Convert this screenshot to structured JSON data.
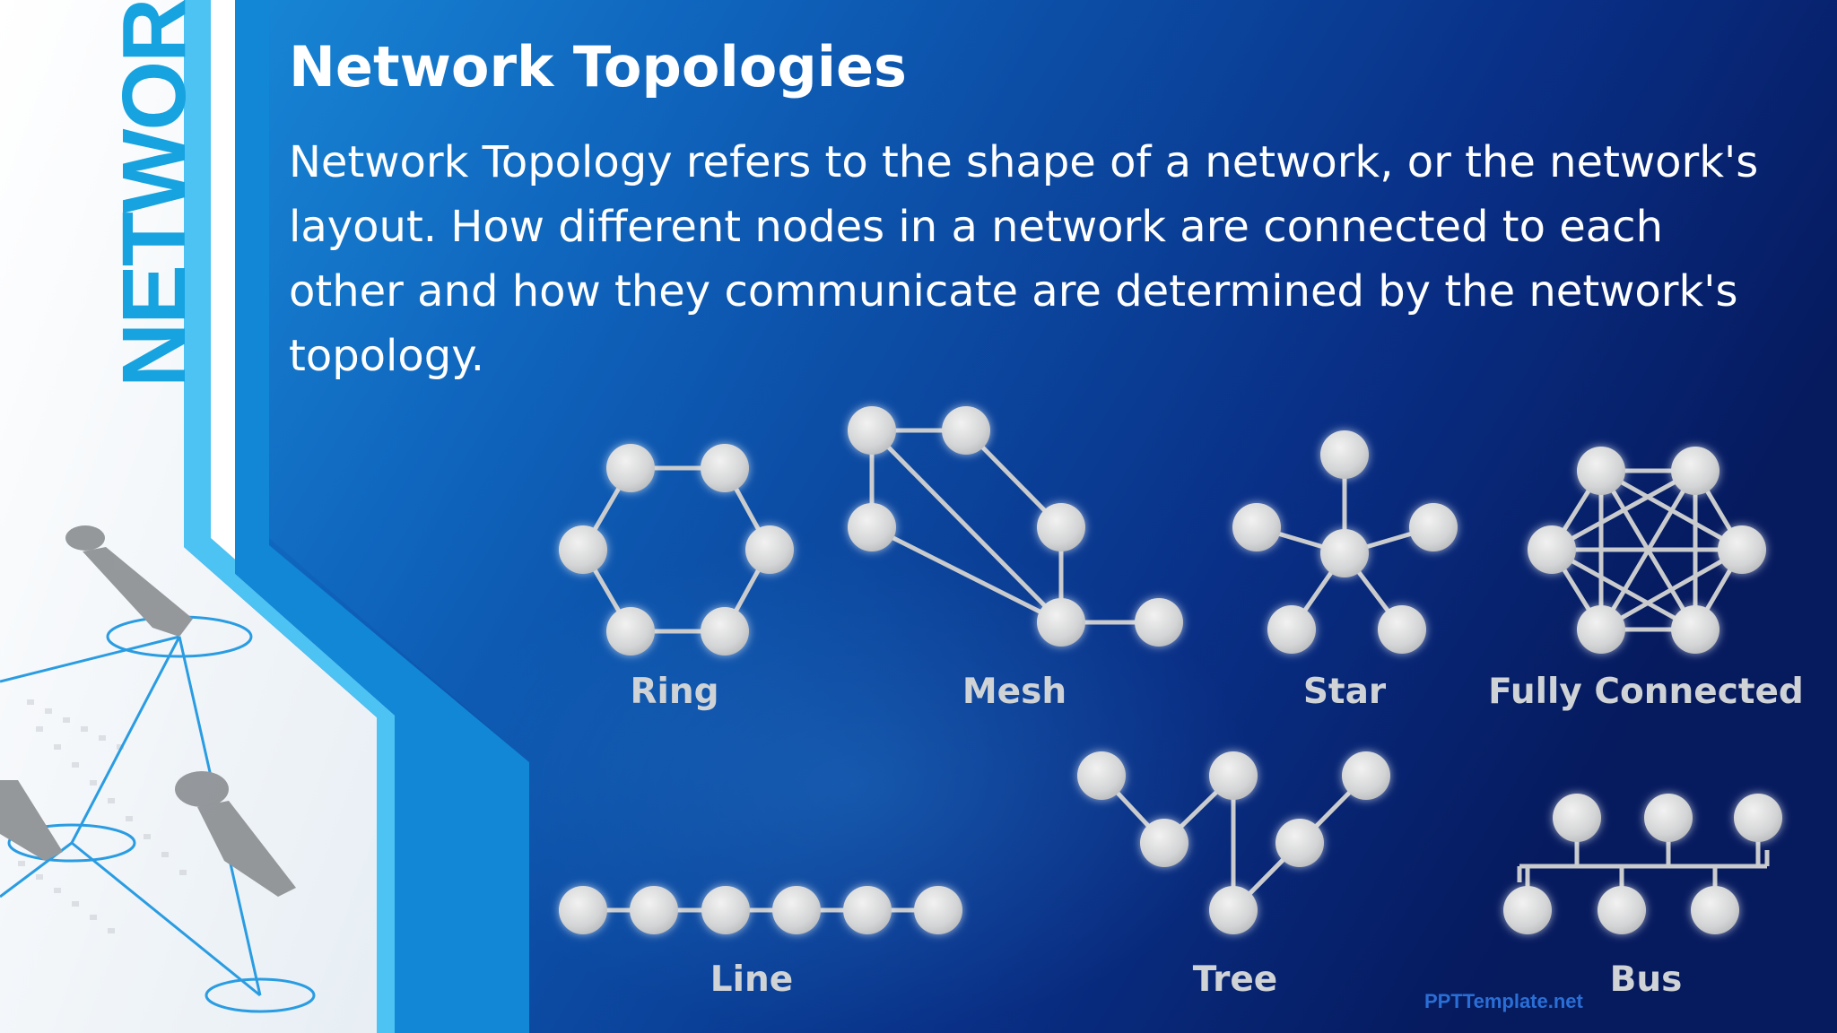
{
  "slide": {
    "title": "Network Topologies",
    "body": "Network Topology refers to the shape of a network, or the network's layout. How different nodes in a network are connected to each other and how they communicate are determined by the network's topology.",
    "side_word": "NETWORK",
    "watermark": "PPTTemplate.net"
  },
  "diagram": {
    "nodes": [
      {
        "id": "ring1",
        "name": "ring-node"
      },
      {
        "id": "ring2",
        "name": "ring-node"
      },
      {
        "id": "ring3",
        "name": "ring-node"
      },
      {
        "id": "ring4",
        "name": "ring-node"
      },
      {
        "id": "ring5",
        "name": "ring-node"
      },
      {
        "id": "ring6",
        "name": "ring-node"
      },
      {
        "id": "mesh1",
        "name": "mesh-node"
      },
      {
        "id": "mesh2",
        "name": "mesh-node"
      },
      {
        "id": "mesh3",
        "name": "mesh-node"
      },
      {
        "id": "mesh4",
        "name": "mesh-node"
      },
      {
        "id": "mesh5",
        "name": "mesh-node"
      },
      {
        "id": "mesh6",
        "name": "mesh-node"
      },
      {
        "id": "star0",
        "name": "star-hub-node"
      },
      {
        "id": "star1",
        "name": "star-node"
      },
      {
        "id": "star2",
        "name": "star-node"
      },
      {
        "id": "star3",
        "name": "star-node"
      },
      {
        "id": "star4",
        "name": "star-node"
      },
      {
        "id": "star5",
        "name": "star-node"
      },
      {
        "id": "fc1",
        "name": "fully-connected-node"
      },
      {
        "id": "fc2",
        "name": "fully-connected-node"
      },
      {
        "id": "fc3",
        "name": "fully-connected-node"
      },
      {
        "id": "fc4",
        "name": "fully-connected-node"
      },
      {
        "id": "fc5",
        "name": "fully-connected-node"
      },
      {
        "id": "fc6",
        "name": "fully-connected-node"
      },
      {
        "id": "line1",
        "name": "line-node"
      },
      {
        "id": "line2",
        "name": "line-node"
      },
      {
        "id": "line3",
        "name": "line-node"
      },
      {
        "id": "line4",
        "name": "line-node"
      },
      {
        "id": "line5",
        "name": "line-node"
      },
      {
        "id": "line6",
        "name": "line-node"
      },
      {
        "id": "tree1",
        "name": "tree-node"
      },
      {
        "id": "tree2",
        "name": "tree-node"
      },
      {
        "id": "tree3",
        "name": "tree-node"
      },
      {
        "id": "tree4",
        "name": "tree-node"
      },
      {
        "id": "tree5",
        "name": "tree-node"
      },
      {
        "id": "tree6",
        "name": "tree-node"
      },
      {
        "id": "bus1",
        "name": "bus-node"
      },
      {
        "id": "bus2",
        "name": "bus-node"
      },
      {
        "id": "bus3",
        "name": "bus-node"
      },
      {
        "id": "bus4",
        "name": "bus-node"
      },
      {
        "id": "bus5",
        "name": "bus-node"
      },
      {
        "id": "bus6",
        "name": "bus-node"
      }
    ],
    "edges": [
      [
        "ring1",
        "ring2"
      ],
      [
        "ring2",
        "ring3"
      ],
      [
        "ring3",
        "ring4"
      ],
      [
        "ring4",
        "ring5"
      ],
      [
        "ring5",
        "ring6"
      ],
      [
        "ring6",
        "ring1"
      ],
      [
        "mesh1",
        "mesh2"
      ],
      [
        "mesh1",
        "mesh3"
      ],
      [
        "mesh1",
        "mesh5"
      ],
      [
        "mesh2",
        "mesh4"
      ],
      [
        "mesh3",
        "mesh5"
      ],
      [
        "mesh4",
        "mesh5"
      ],
      [
        "mesh5",
        "mesh6"
      ],
      [
        "star0",
        "star1"
      ],
      [
        "star0",
        "star2"
      ],
      [
        "star0",
        "star3"
      ],
      [
        "star0",
        "star4"
      ],
      [
        "star0",
        "star5"
      ],
      [
        "fc1",
        "fc2"
      ],
      [
        "fc1",
        "fc3"
      ],
      [
        "fc1",
        "fc4"
      ],
      [
        "fc1",
        "fc5"
      ],
      [
        "fc1",
        "fc6"
      ],
      [
        "fc2",
        "fc3"
      ],
      [
        "fc2",
        "fc4"
      ],
      [
        "fc2",
        "fc5"
      ],
      [
        "fc2",
        "fc6"
      ],
      [
        "fc3",
        "fc4"
      ],
      [
        "fc3",
        "fc5"
      ],
      [
        "fc3",
        "fc6"
      ],
      [
        "fc4",
        "fc5"
      ],
      [
        "fc4",
        "fc6"
      ],
      [
        "fc5",
        "fc6"
      ],
      [
        "line1",
        "line2"
      ],
      [
        "line2",
        "line3"
      ],
      [
        "line3",
        "line4"
      ],
      [
        "line4",
        "line5"
      ],
      [
        "line5",
        "line6"
      ],
      [
        "tree1",
        "tree2"
      ],
      [
        "tree2",
        "tree3"
      ],
      [
        "tree3",
        "tree4"
      ],
      [
        "tree4",
        "tree5"
      ],
      [
        "tree4",
        "tree6"
      ]
    ],
    "labels": [
      {
        "id": "ring",
        "text": "Ring"
      },
      {
        "id": "mesh",
        "text": "Mesh"
      },
      {
        "id": "star",
        "text": "Star"
      },
      {
        "id": "fully-connected",
        "text": "Fully Connected"
      },
      {
        "id": "line",
        "text": "Line"
      },
      {
        "id": "tree",
        "text": "Tree"
      },
      {
        "id": "bus",
        "text": "Bus"
      }
    ]
  },
  "colors": {
    "node": "#d9dadb",
    "edge": "#c9cbcd",
    "accent": "#16a3e0"
  }
}
